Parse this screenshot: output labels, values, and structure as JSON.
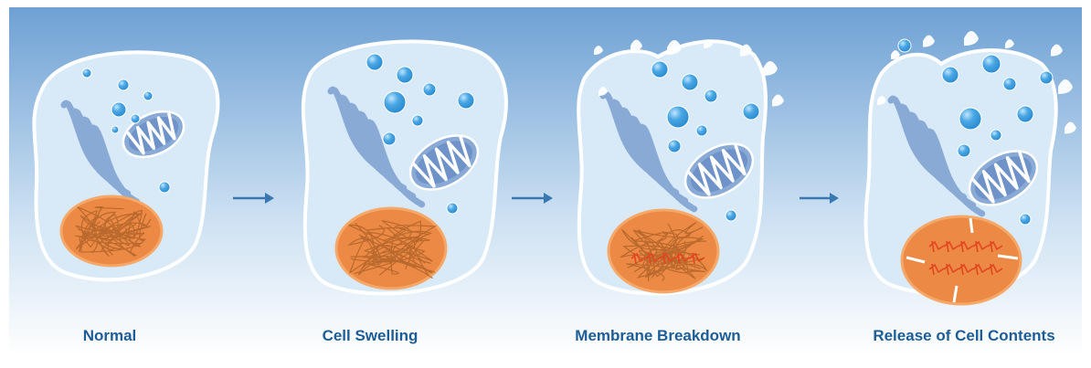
{
  "stages": [
    {
      "label": "Normal"
    },
    {
      "label": "Cell Swelling"
    },
    {
      "label": "Membrane Breakdown"
    },
    {
      "label": "Release of Cell Contents"
    }
  ],
  "colors": {
    "background_top": "#6ea1d4",
    "background_bottom": "#ffffff",
    "cytoplasm": "#d8eaf8",
    "membrane_outline": "#ffffff",
    "organelle": "#8aaad6",
    "organelle_dark": "#6f93c8",
    "vesicle": "#2a8bd1",
    "vesicle_highlight": "#bfe6ff",
    "nucleus": "#ec8a45",
    "nucleus_outline": "#f6a869",
    "chromatin": "#b4652a",
    "chromatin_fragment": "#e2451f",
    "arrow": "#3a78b2",
    "label": "#1c5d98"
  },
  "icons": [
    "cell-icon",
    "mitochondrion-icon",
    "golgi-icon",
    "nucleus-icon",
    "vesicle-icon",
    "arrow-right-icon"
  ]
}
